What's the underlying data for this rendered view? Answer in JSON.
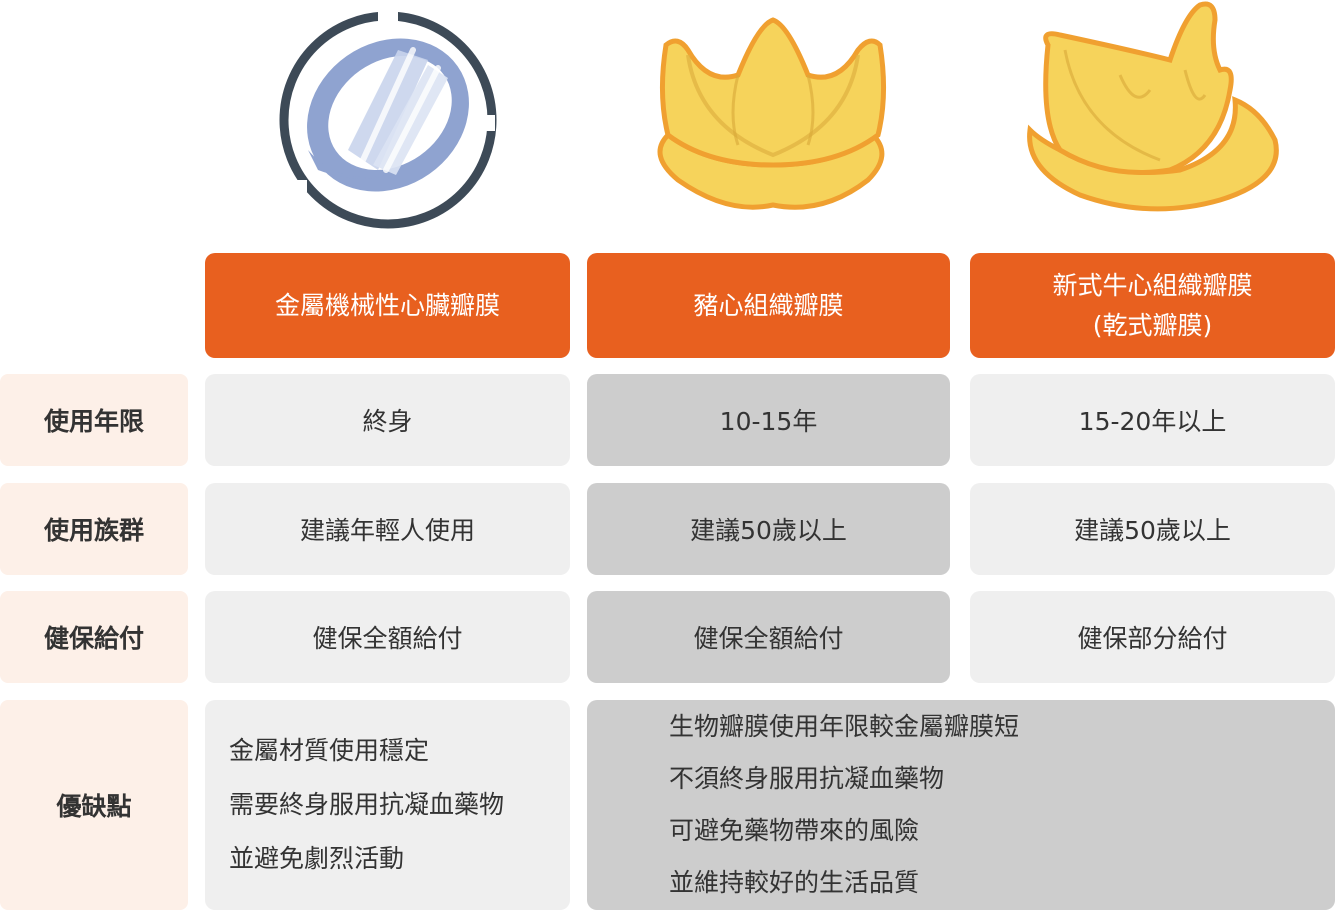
{
  "columns": [
    {
      "title_line1": "金屬機械性心臟瓣膜",
      "title_line2": ""
    },
    {
      "title_line1": "豬心組織瓣膜",
      "title_line2": ""
    },
    {
      "title_line1": "新式牛心組織瓣膜",
      "title_line2": "(乾式瓣膜)"
    }
  ],
  "rows": [
    {
      "label": "使用年限",
      "values": [
        "終身",
        "10-15年",
        "15-20年以上"
      ]
    },
    {
      "label": "使用族群",
      "values": [
        "建議年輕人使用",
        "建議50歲以上",
        "建議50歲以上"
      ]
    },
    {
      "label": "健保給付",
      "values": [
        "健保全額給付",
        "健保全額給付",
        "健保部分給付"
      ]
    }
  ],
  "pros_cons": {
    "label": "優缺點",
    "mechanical": [
      "金屬材質使用穩定",
      "需要終身服用抗凝血藥物",
      "並避免劇烈活動"
    ],
    "tissue": [
      "生物瓣膜使用年限較金屬瓣膜短",
      "不須終身服用抗凝血藥物",
      "可避免藥物帶來的風險",
      "並維持較好的生活品質"
    ]
  },
  "colors": {
    "header_orange": "#e8601f",
    "label_bg": "#fdf0e8",
    "cell_light": "#efefef",
    "cell_dark": "#cdcdcd",
    "valve_yellow": "#f6d35b",
    "valve_outline": "#f0a030",
    "mech_ring": "#3d4a57",
    "mech_blue": "#8fa3d0"
  },
  "icons": [
    "mechanical-valve-icon",
    "porcine-valve-icon",
    "bovine-valve-icon"
  ]
}
